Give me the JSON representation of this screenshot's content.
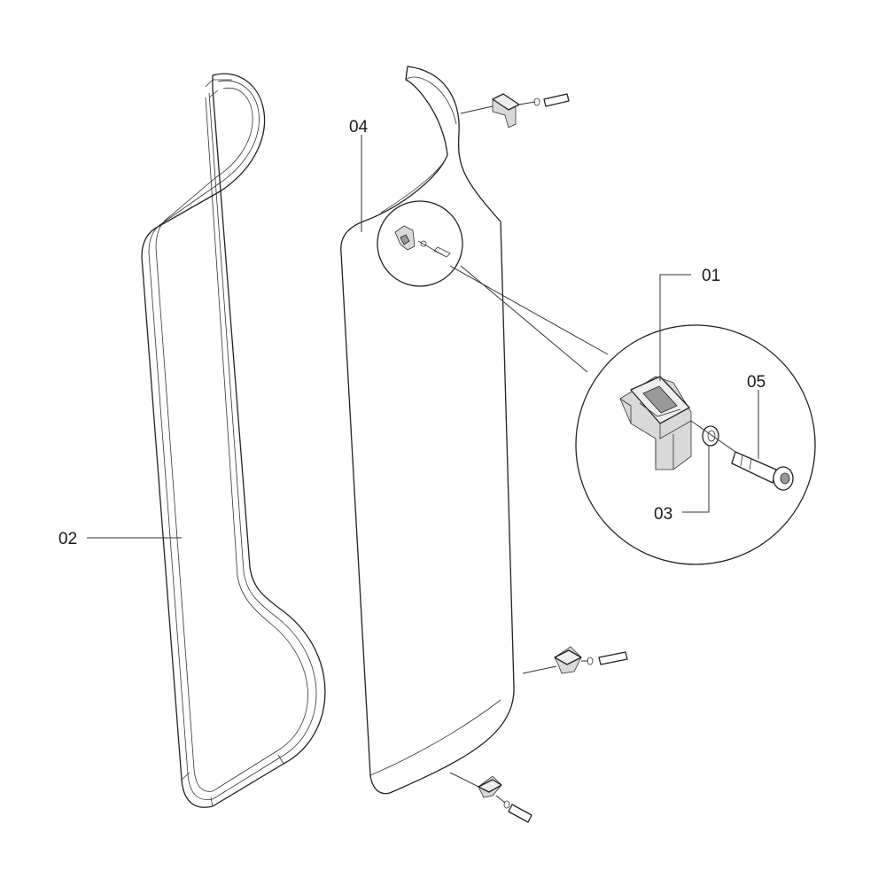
{
  "callouts": {
    "c01": "01",
    "c02": "02",
    "c03": "03",
    "c04": "04",
    "c05": "05"
  }
}
